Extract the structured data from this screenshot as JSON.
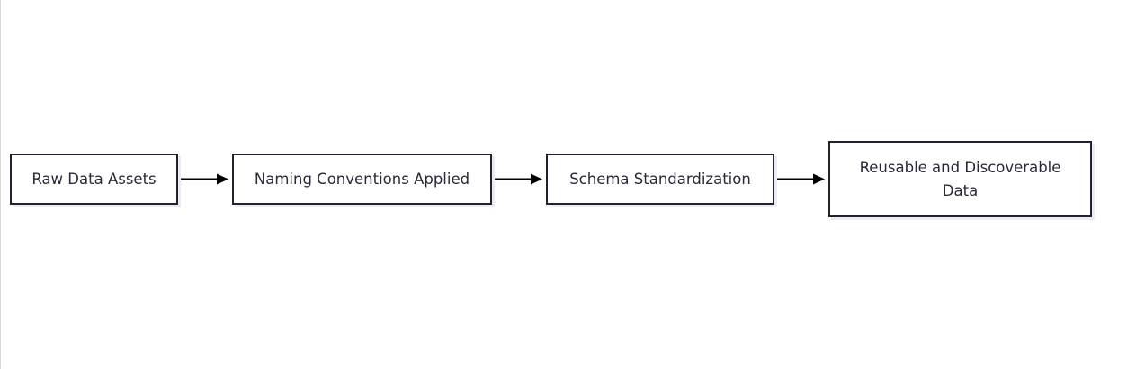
{
  "diagram": {
    "nodes": [
      {
        "id": "raw-data-assets",
        "label": "Raw Data Assets"
      },
      {
        "id": "naming-conventions-applied",
        "label": "Naming Conventions Applied"
      },
      {
        "id": "schema-standardization",
        "label": "Schema Standardization"
      },
      {
        "id": "reusable-and-discoverable-data",
        "label": "Reusable and Discoverable Data"
      }
    ],
    "edges": [
      {
        "from": "raw-data-assets",
        "to": "naming-conventions-applied"
      },
      {
        "from": "naming-conventions-applied",
        "to": "schema-standardization"
      },
      {
        "from": "schema-standardization",
        "to": "reusable-and-discoverable-data"
      }
    ],
    "colors": {
      "node_border": "#23202f",
      "node_text": "#2b2838",
      "edge": "#000000"
    }
  }
}
